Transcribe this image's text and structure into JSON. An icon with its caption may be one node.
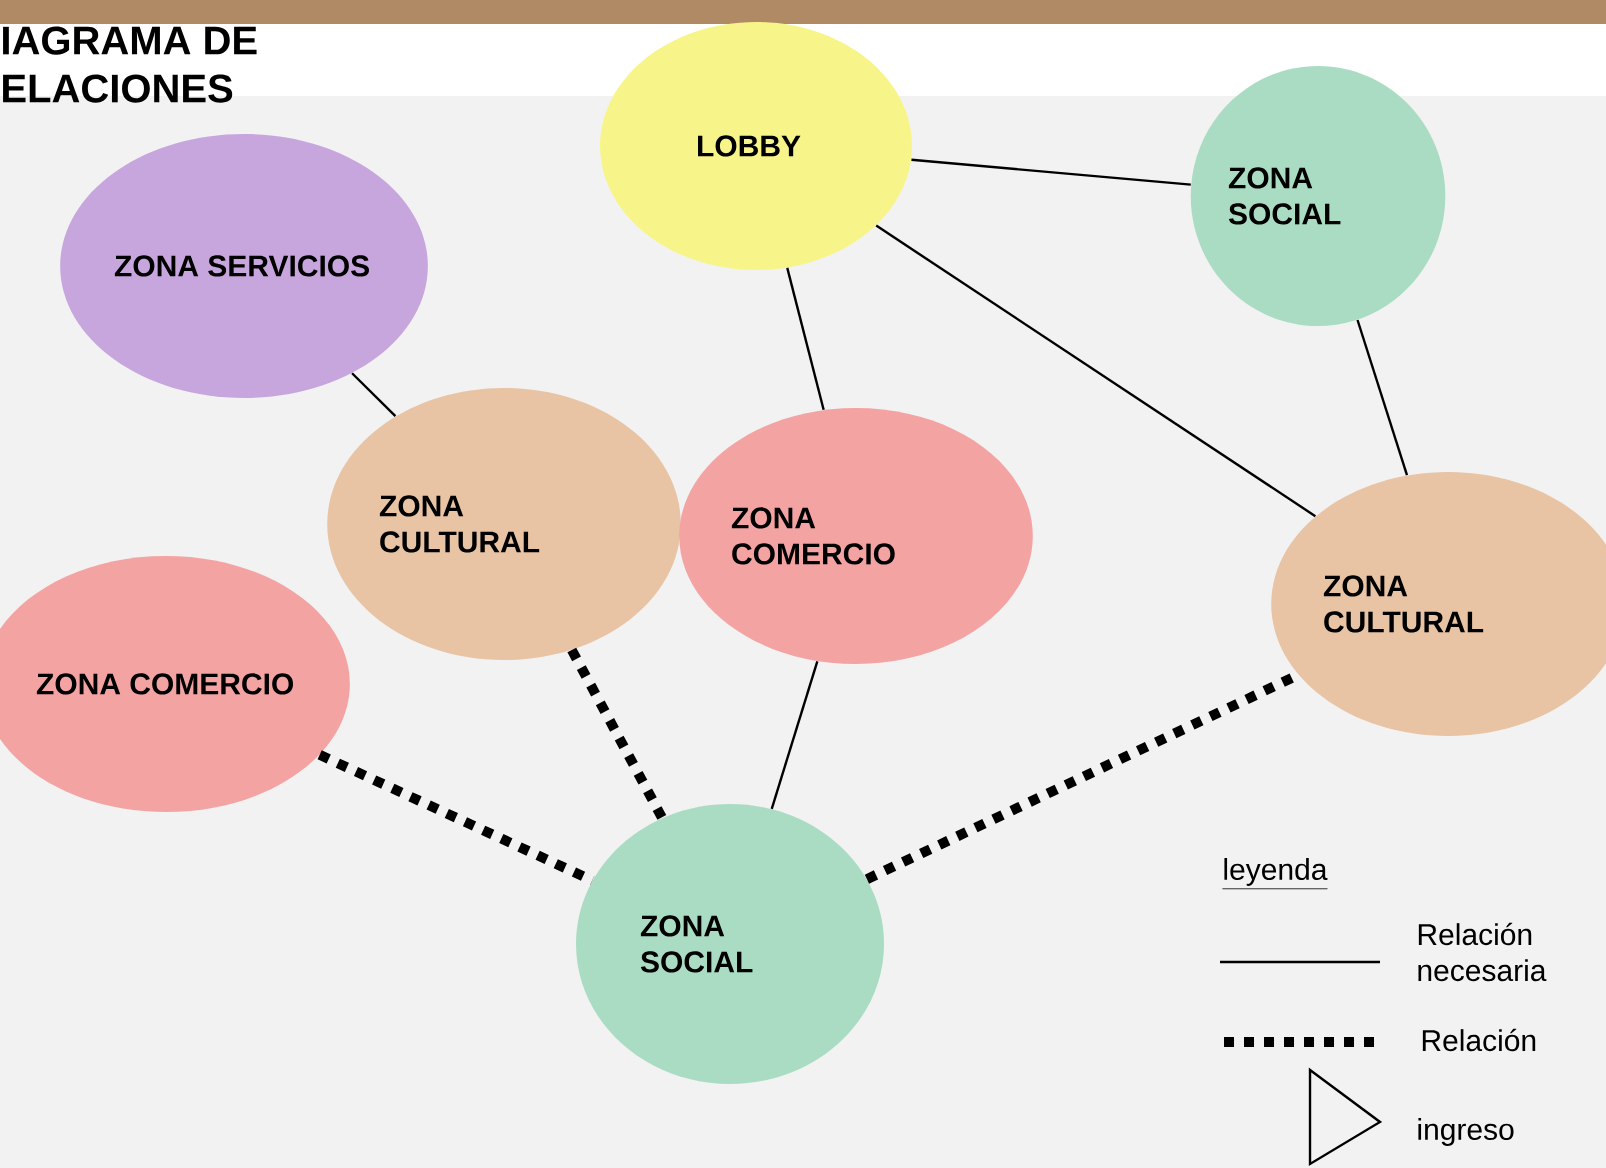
{
  "diagram": {
    "title": "IAGRAMA DE ELACIONES",
    "nodes": [
      {
        "text": [
          "LOBBY"
        ]
      },
      {
        "text": [
          "ZONA SOCIAL"
        ]
      },
      {
        "text": [
          "ZONA SERVICIOS"
        ]
      },
      {
        "text": [
          "ZONA CULTURAL"
        ]
      },
      {
        "text": [
          "ZONA COMERCIO"
        ]
      },
      {
        "text": [
          "ZONA CULTURAL"
        ]
      },
      {
        "text": [
          "ZONA COMERCIO"
        ]
      },
      {
        "text": [
          "ZONA SOCIAL"
        ]
      }
    ],
    "edges": [
      {
        "from": 0,
        "to": 1,
        "arrow": "none"
      },
      {
        "from": 0,
        "to": 4,
        "arrow": "none"
      },
      {
        "from": 0,
        "to": 5,
        "arrow": "none"
      },
      {
        "from": 1,
        "to": 5,
        "arrow": "none"
      },
      {
        "from": 2,
        "to": 3,
        "arrow": "none"
      },
      {
        "from": 4,
        "to": 7,
        "arrow": "none"
      },
      {
        "from": 3,
        "to": 7,
        "arrow": "none",
        "style": "dashed"
      },
      {
        "from": 6,
        "to": 7,
        "arrow": "none",
        "style": "dashed"
      },
      {
        "from": 7,
        "to": 5,
        "arrow": "none",
        "style": "dashed"
      }
    ],
    "labels": [
      "leyenda"
    ],
    "legend": [
      {
        "text": "Relación necesaria"
      },
      {
        "text": "Relación"
      },
      {
        "text": "ingreso"
      }
    ]
  }
}
